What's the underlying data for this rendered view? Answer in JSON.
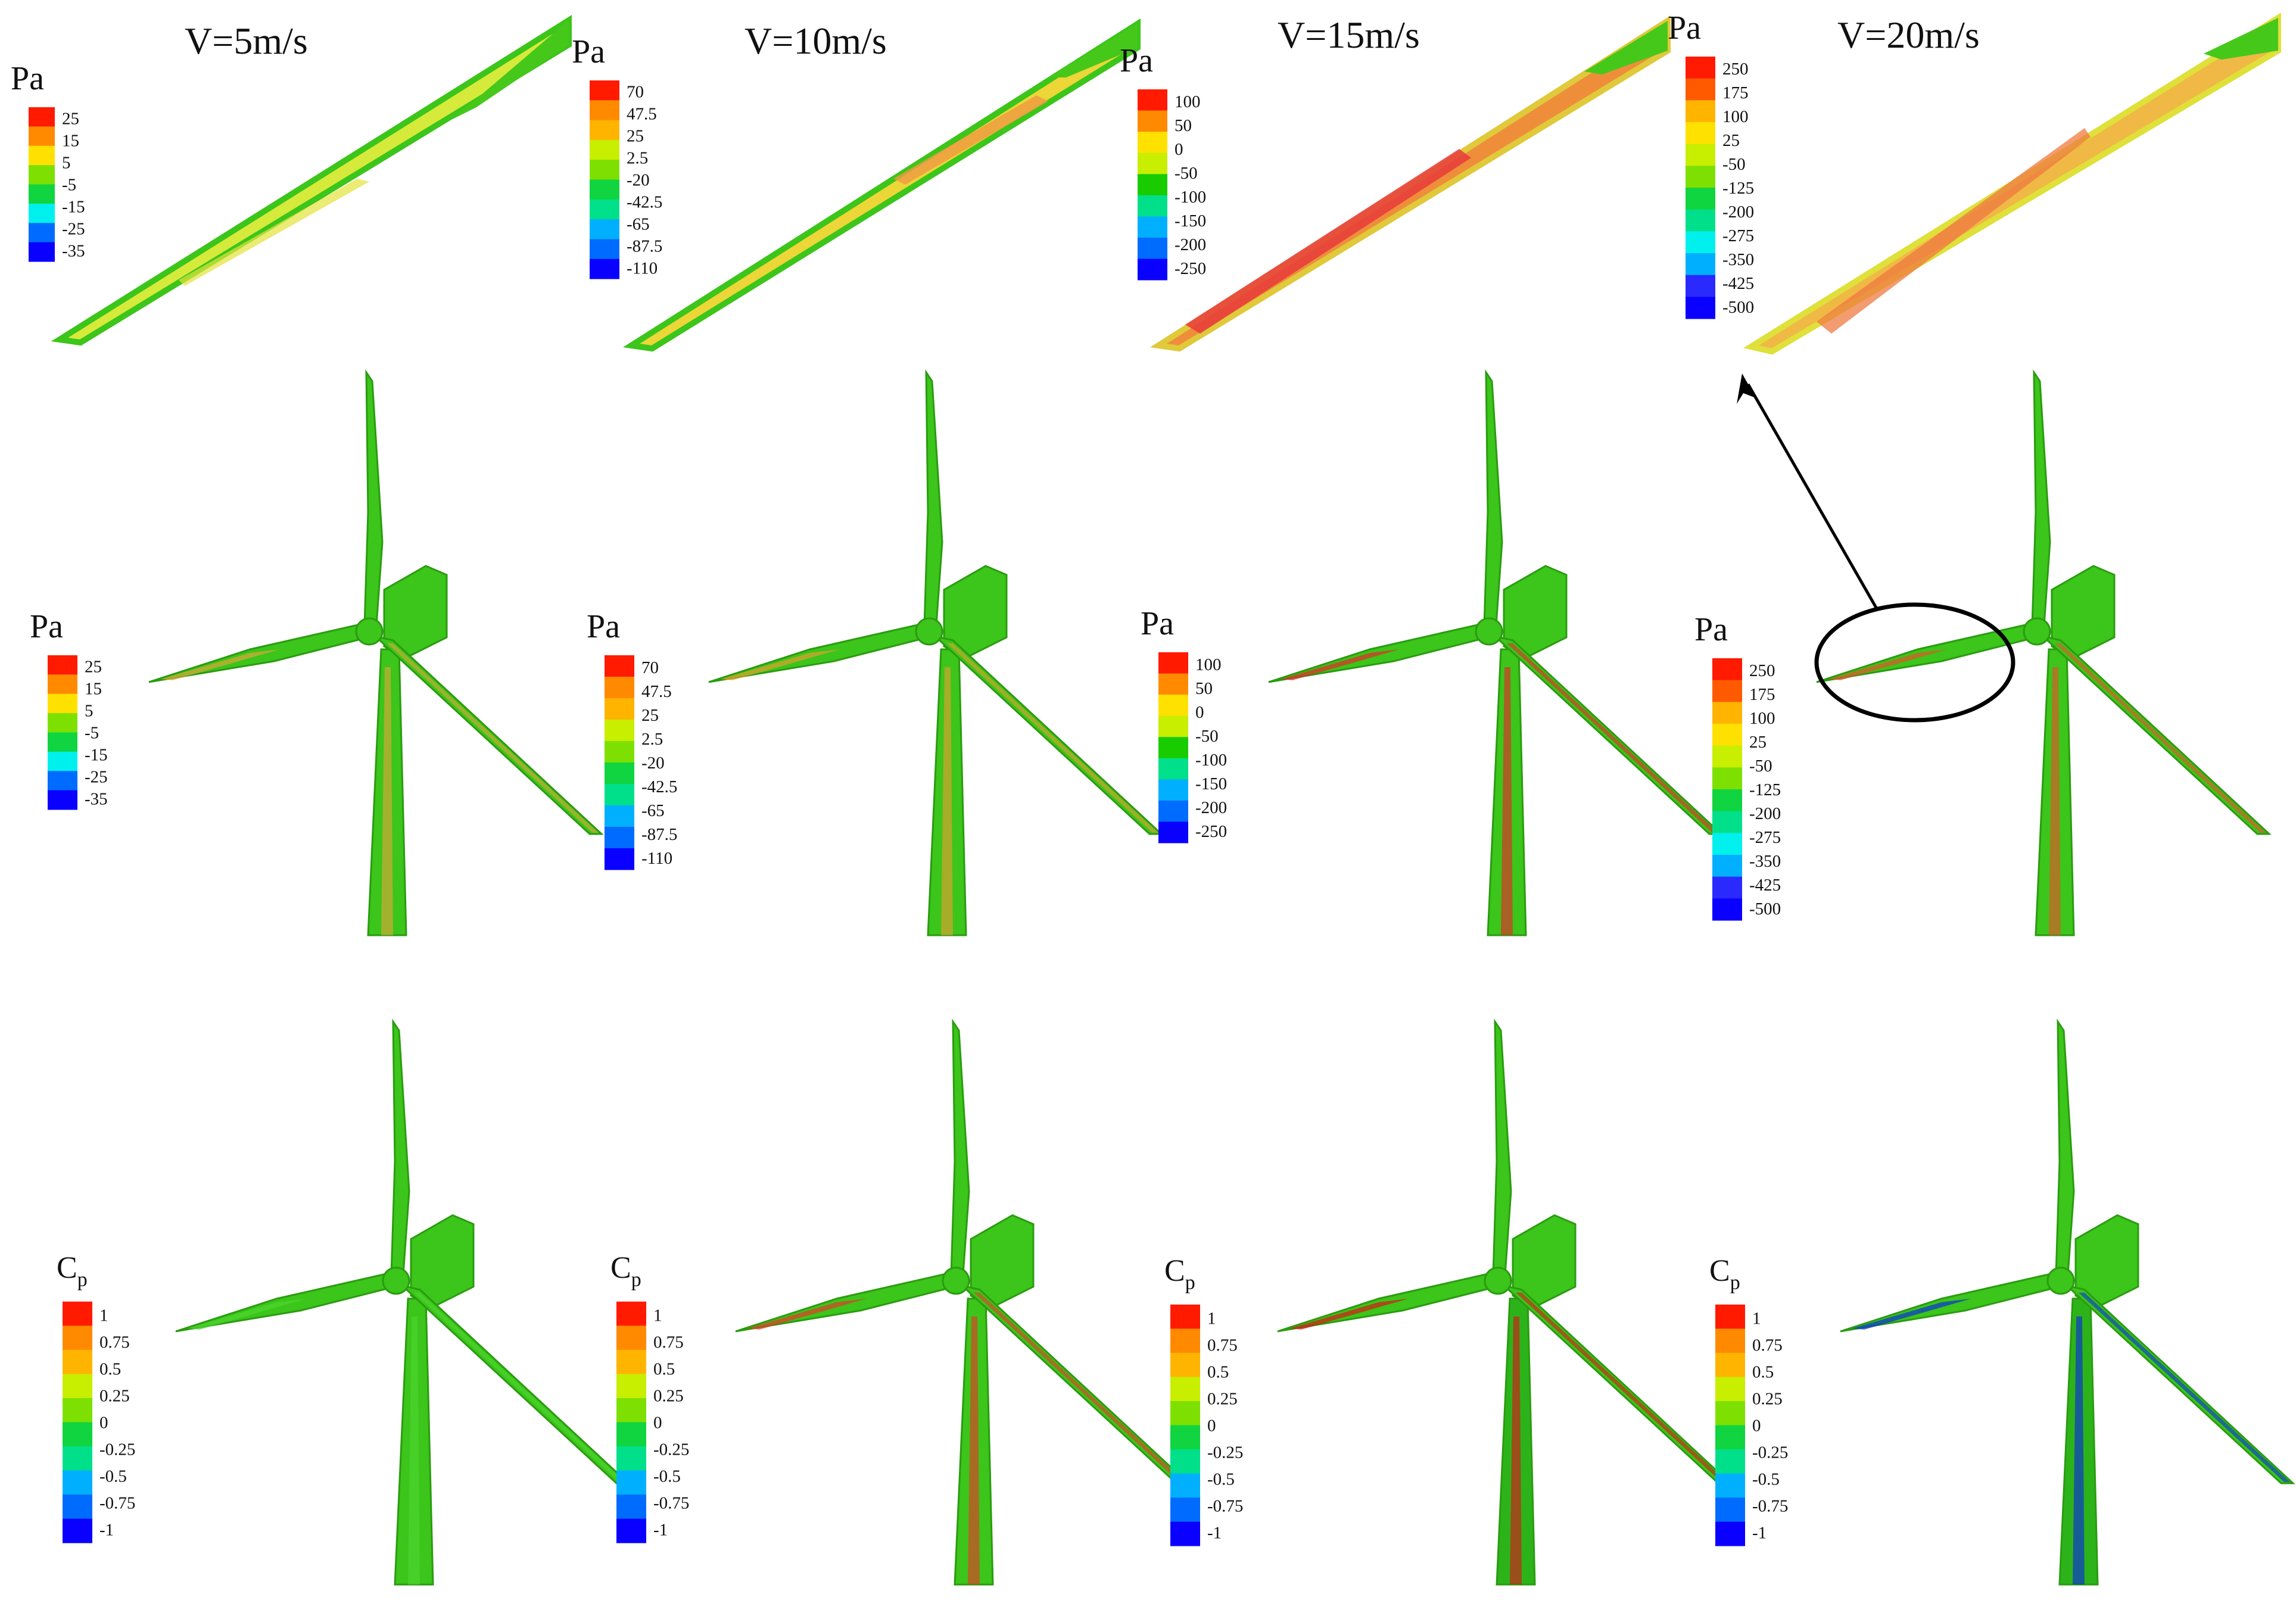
{
  "columns": [
    {
      "speed_label": "V=5m/s"
    },
    {
      "speed_label": "V=10m/s"
    },
    {
      "speed_label": "V=15m/s"
    },
    {
      "speed_label": "V=20m/s"
    }
  ],
  "pressure_unit": "Pa",
  "cp_symbol": "C",
  "cp_subscript": "p",
  "pressure_legends": [
    {
      "ticks": [
        "25",
        "15",
        "5",
        "-5",
        "-15",
        "-25",
        "-35"
      ]
    },
    {
      "ticks": [
        "70",
        "47.5",
        "25",
        "2.5",
        "-20",
        "-42.5",
        "-65",
        "-87.5",
        "-110"
      ]
    },
    {
      "ticks": [
        "100",
        "50",
        "0",
        "-50",
        "-100",
        "-150",
        "-200",
        "-250"
      ]
    },
    {
      "ticks": [
        "250",
        "175",
        "100",
        "25",
        "-50",
        "-125",
        "-200",
        "-275",
        "-350",
        "-425",
        "-500"
      ]
    }
  ],
  "cp_legend": {
    "ticks": [
      "1",
      "0.75",
      "0.5",
      "0.25",
      "0",
      "-0.25",
      "-0.5",
      "-0.75",
      "-1"
    ]
  },
  "colors": {
    "band_red": "#ff1a00",
    "band_orange": "#ff8a00",
    "band_yellow": "#ffe100",
    "band_green": "#18cc00",
    "band_cyan": "#00f0ee",
    "band_blue": "#0a00ff",
    "turbine_green": "#3cc51a",
    "highlight_red": "#e61c1c",
    "annotation": "#000000"
  },
  "scale_colors": [
    "#ff1a00",
    "#ff5a00",
    "#ff8a00",
    "#ffb400",
    "#ffe100",
    "#c8ee00",
    "#7ee000",
    "#18cc00",
    "#10d440",
    "#00e08a",
    "#00f0ee",
    "#00b0ff",
    "#006cff",
    "#2a2aff",
    "#0a00ff"
  ],
  "panel_scheme": {
    "pressure": [
      "#cfe83a",
      "#f0d43a",
      "#ee7a3c",
      "#f0b040"
    ],
    "cp": [
      "#3cc51a",
      "#7ab82a",
      "#d92020",
      "#d61818"
    ]
  },
  "annotation": {
    "highlight_shape": "ellipse",
    "arrow": "from ellipse to zoomed blade"
  }
}
